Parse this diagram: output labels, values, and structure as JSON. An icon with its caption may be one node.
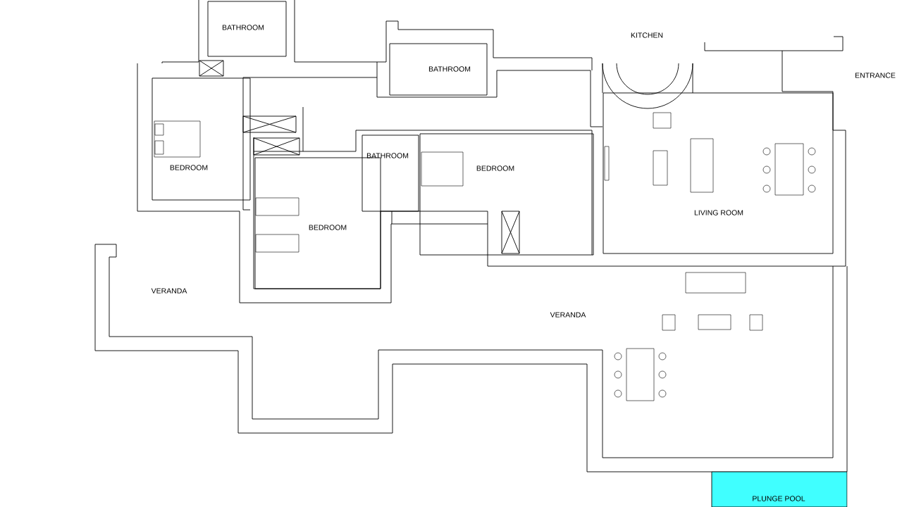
{
  "diagram": {
    "nodes": [
      {
        "text": [
          "BATHROOM"
        ]
      },
      {
        "text": [
          "BATHROOM"
        ]
      },
      {
        "text": [
          "BEDROOM"
        ]
      },
      {
        "text": [
          "BATHROOM"
        ]
      },
      {
        "text": [
          "BEDROOM"
        ]
      },
      {
        "text": [
          "BEDROOM"
        ]
      },
      {
        "text": [
          "LIVING ROOM"
        ]
      },
      {
        "text": [
          "PLUNGE POOL"
        ]
      }
    ],
    "labels": [
      "KITCHEN",
      "ENTRANCE",
      "VERANDA",
      "VERANDA"
    ]
  }
}
